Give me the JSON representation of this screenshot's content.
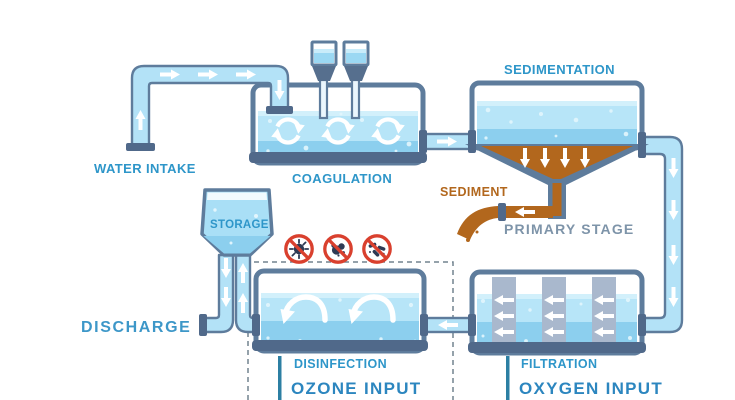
{
  "diagram": {
    "name": "water-treatment-process-diagram",
    "labels": {
      "water_intake": "WATER INTAKE",
      "coagulation": "COAGULATION",
      "sedimentation": "SEDIMENTATION",
      "sediment": "SEDIMENT",
      "primary_stage": "PRIMARY STAGE",
      "storage": "STORAGE",
      "discharge": "DISCHARGE",
      "disinfection": "DISINFECTION",
      "ozone_input": "OZONE INPUT",
      "filtration": "FILTRATION",
      "oxygen_input": "OXYGEN INPUT"
    },
    "icons": {
      "prohibition": [
        "no-virus-icon",
        "no-bacteria-icon",
        "no-germ-chain-icon"
      ],
      "mixers": "rotating-mixer-icon (x3 in coagulation tank)",
      "waves": "ozone-wave-arrow-icon (x2 in disinfection tank)",
      "filter_columns": "filter-column with left flow arrows (x3)",
      "flow_arrows": "white directional flow arrows in pipes",
      "sediment_arrows": "white down arrows into sediment (x4)"
    },
    "colors": {
      "label_blue": "#2E96C9",
      "heading_blue": "#2C86BF",
      "primary_stage_gray": "#7E94A9",
      "sediment_brown": "#B2671D",
      "tank_slate": "#5E7C9C",
      "tank_base_dark": "#50698A",
      "water_light": "#B7E5F8",
      "water_deep": "#8CCFEE",
      "pipe_fill": "#B3E2F7",
      "prohibition_red": "#D9402E",
      "microbe_navy": "#2E3A54",
      "filter_column_gray": "#A9B8CD",
      "input_bar_teal": "#2C7FA3"
    }
  }
}
